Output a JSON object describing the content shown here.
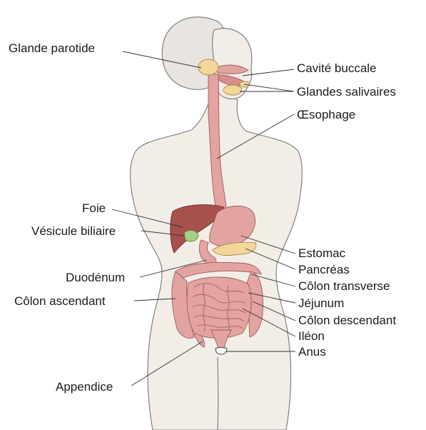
{
  "labels": {
    "glande_parotide": "Glande parotide",
    "cavite_buccale": "Cavité buccale",
    "glandes_salivaires": "Glandes salivaires",
    "oesophage": "Œsophage",
    "foie": "Foie",
    "vesicule_biliaire": "Vésicule biliaire",
    "estomac": "Estomac",
    "pancreas": "Pancréas",
    "duodenum": "Duodénum",
    "colon_transverse": "Côlon transverse",
    "colon_ascendant": "Côlon ascendant",
    "jejunum": "Jéjunum",
    "colon_descendant": "Côlon descendant",
    "ileon": "Iléon",
    "anus": "Anus",
    "appendice": "Appendice"
  },
  "colors": {
    "body_fill": "#f2ede6",
    "hair_fill": "#e8e4df",
    "organ_pink": "#e3a4a1",
    "liver": "#a7514c",
    "gland_yellow": "#f3d79a",
    "gallbladder": "#a8cf86"
  }
}
